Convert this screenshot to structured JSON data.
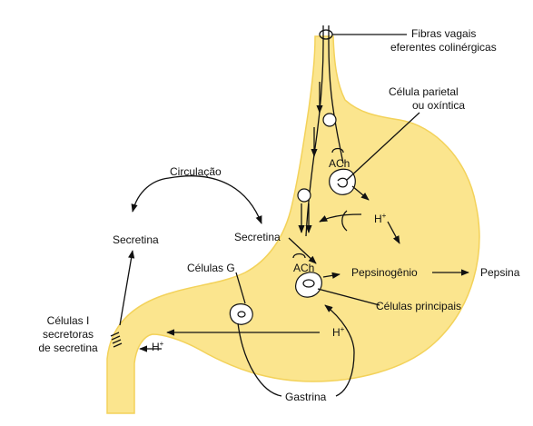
{
  "colors": {
    "stomach_fill": "#fbe58e",
    "stomach_edge": "#f3d25a",
    "line": "#111111",
    "cell_fill": "#ffffff"
  },
  "labels": {
    "vagal_fibers_line1": "Fibras vagais",
    "vagal_fibers_line2": "eferentes colinérgicas",
    "parietal_cell_line1": "Célula parietal",
    "parietal_cell_line2": "ou oxíntica",
    "circulation": "Circulação",
    "secretin_left": "Secretina",
    "secretin_right": "Secretina",
    "ach_upper": "ACh",
    "ach_lower": "ACh",
    "h_plus_upper": "H",
    "h_plus_middle": "H",
    "h_plus_left": "H",
    "plus_sign": "+",
    "g_cells": "Células G",
    "pepsinogen": "Pepsinogênio",
    "pepsin": "Pepsina",
    "chief_cells": "Células principais",
    "i_cells_line1": "Células I",
    "i_cells_line2": "secretoras",
    "i_cells_line3": "de secretina",
    "gastrin": "Gastrina"
  },
  "icons": {
    "arrow": "arrowhead",
    "cell": "secretory-cell-icon",
    "nerve": "nerve-terminal-icon"
  }
}
